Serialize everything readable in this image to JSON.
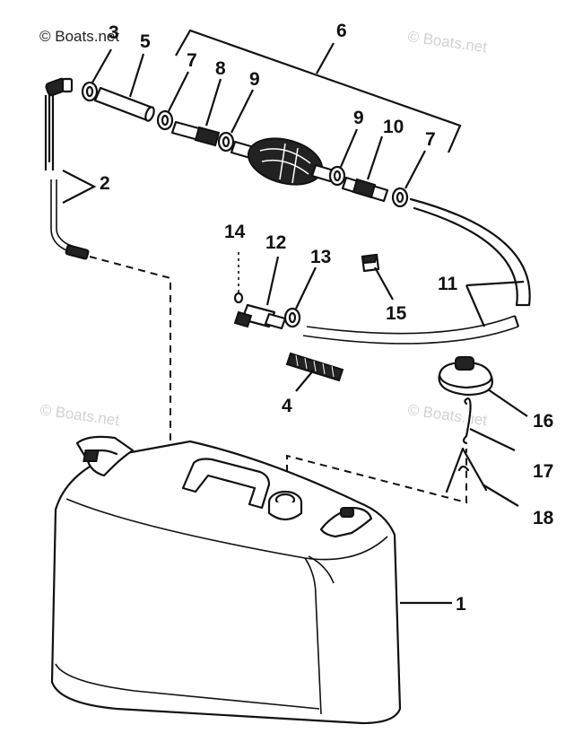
{
  "watermarks": [
    {
      "text": "© Boats.net"
    },
    {
      "text": "© Boats.net"
    },
    {
      "text": "© Boats.net"
    },
    {
      "text": "© Boats.net"
    }
  ],
  "callouts": {
    "c1": "1",
    "c2": "2",
    "c3": "3",
    "c4": "4",
    "c5": "5",
    "c6": "6",
    "c7a": "7",
    "c7b": "7",
    "c8": "8",
    "c9a": "9",
    "c9b": "9",
    "c10": "10",
    "c11": "11",
    "c12": "12",
    "c13": "13",
    "c14": "14",
    "c15": "15",
    "c16": "16",
    "c17": "17",
    "c18": "18"
  },
  "colors": {
    "ink": "#111111",
    "watermark": "#d2d2d2",
    "background": "#ffffff"
  }
}
